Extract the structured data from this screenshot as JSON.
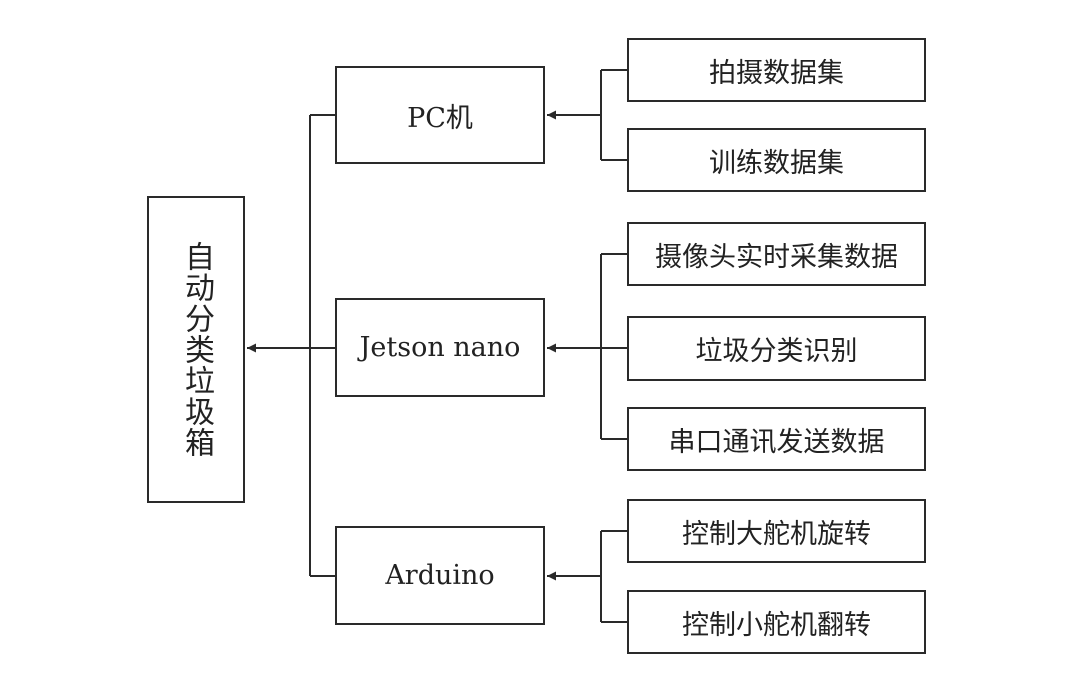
{
  "diagram": {
    "root": {
      "label": "自动分类垃圾箱"
    },
    "groups": [
      {
        "label": "PC机",
        "children": [
          "拍摄数据集",
          "训练数据集"
        ]
      },
      {
        "label": "Jetson nano",
        "children": [
          "摄像头实时采集数据",
          "垃圾分类识别",
          "串口通讯发送数据"
        ]
      },
      {
        "label": "Arduino",
        "children": [
          "控制大舵机旋转",
          "控制小舵机翻转"
        ]
      }
    ]
  },
  "colors": {
    "line": "#2a2a2a",
    "background": "#ffffff",
    "text": "#222222"
  }
}
